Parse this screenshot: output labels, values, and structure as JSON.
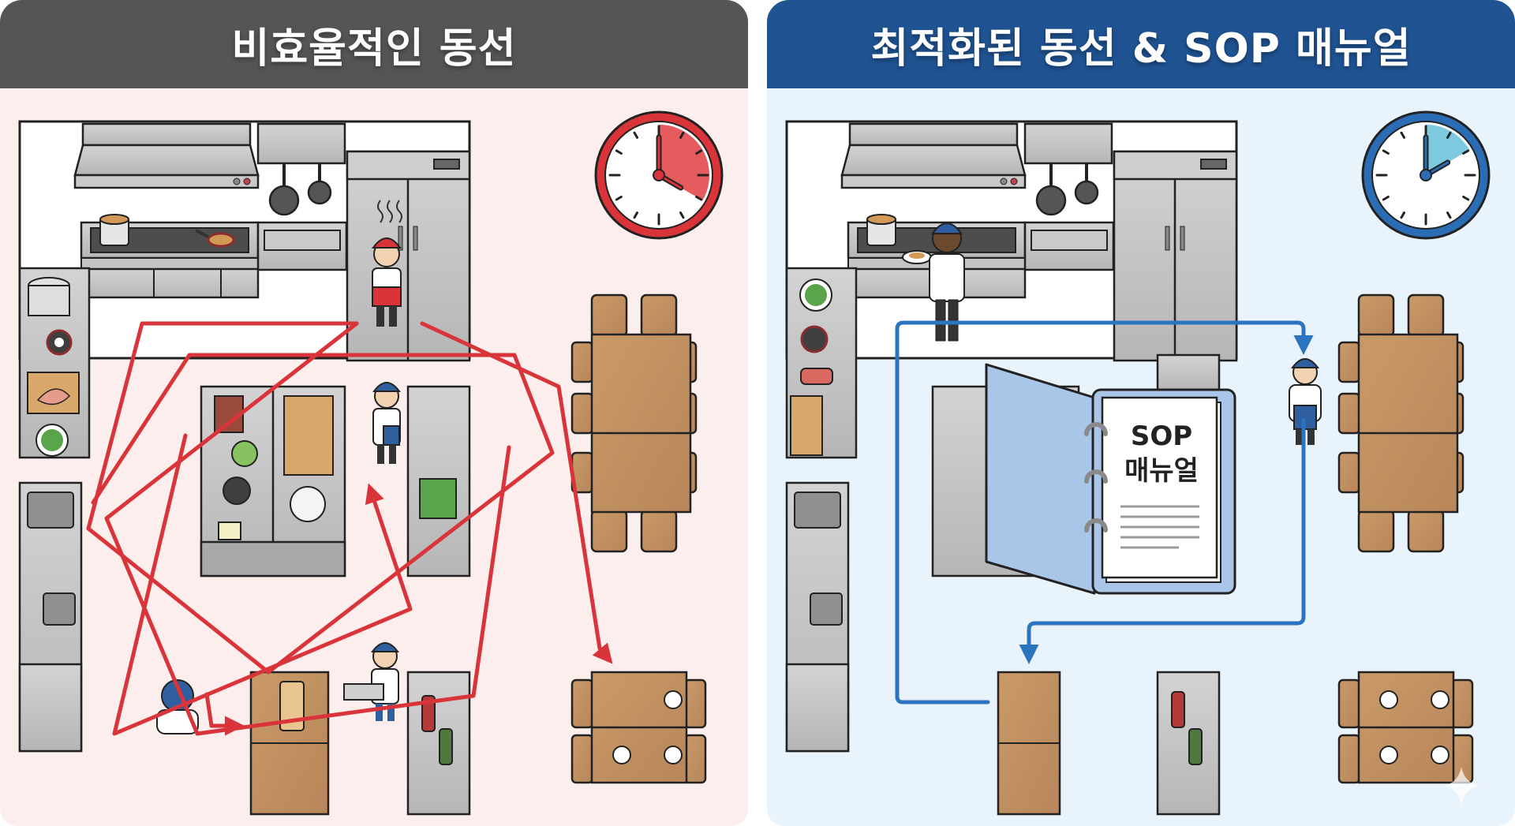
{
  "panels": [
    {
      "id": "left",
      "title": "비효율적인 동선",
      "theme": "inefficient",
      "accent_color": "#d9343a",
      "header_color": "#555555",
      "background_color": "#fbeeed",
      "clock": {
        "hour": 4,
        "minute": 0,
        "elapsed_sector_hours": [
          0,
          4
        ],
        "ring_color": "#d9343a",
        "sector_color": "#e2494c"
      },
      "staff": [
        {
          "role": "stressed-chef",
          "hat_color": "#d9343a"
        },
        {
          "role": "prep-cook",
          "hat_color": "#2f5f9e"
        },
        {
          "role": "server-topdown",
          "hat_color": "#2f5f9e"
        },
        {
          "role": "baker-with-tray",
          "hat_color": "#2f5f9e"
        }
      ],
      "path": {
        "description": "tangled zigzag movement path",
        "color": "#d9343a"
      },
      "dining_tables": [
        {
          "type": "long-table",
          "chairs": 10
        },
        {
          "type": "square-pair",
          "chairs": 4,
          "plates": 3
        }
      ]
    },
    {
      "id": "right",
      "title": "최적화된 동선 & SOP 매뉴얼",
      "theme": "optimized",
      "accent_color": "#2a74c0",
      "header_color": "#1f5392",
      "background_color": "#e9f3fb",
      "clock": {
        "hour": 2,
        "minute": 0,
        "elapsed_sector_hours": [
          0,
          2
        ],
        "ring_color": "#2b6db4",
        "sector_color": "#6ec3dd"
      },
      "manual": {
        "line1": "SOP",
        "line2": "매뉴얼",
        "binder_color": "#a9c6e8",
        "text_lines": 5
      },
      "staff": [
        {
          "role": "chef-plating",
          "hat_color": "#2f5f9e"
        },
        {
          "role": "server-walking",
          "hat_color": "#2f5f9e"
        }
      ],
      "path": {
        "description": "clean rectangular loop with arrows",
        "color": "#2a74c0"
      },
      "dining_tables": [
        {
          "type": "long-table",
          "chairs": 10
        },
        {
          "type": "square-pair",
          "chairs": 4,
          "plates": 4
        }
      ]
    }
  ]
}
